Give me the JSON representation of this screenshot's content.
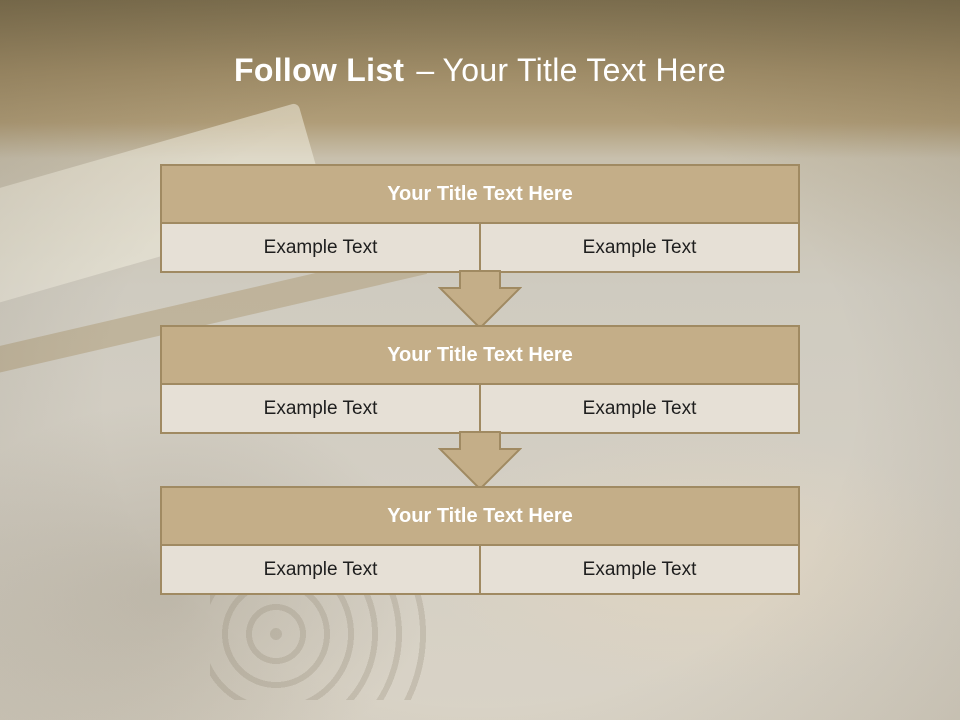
{
  "title": {
    "main": "Follow List",
    "separator": "–",
    "sub": "Your Title Text Here"
  },
  "blocks": [
    {
      "header": "Your Title Text Here",
      "left": "Example Text",
      "right": "Example Text"
    },
    {
      "header": "Your Title Text Here",
      "left": "Example Text",
      "right": "Example Text"
    },
    {
      "header": "Your Title Text Here",
      "left": "Example Text",
      "right": "Example Text"
    }
  ],
  "colors": {
    "header_fill": "#c4ae88",
    "border": "#a08a62",
    "cell_fill": "#e6e0d6",
    "arrow_fill": "#c4ae88"
  }
}
